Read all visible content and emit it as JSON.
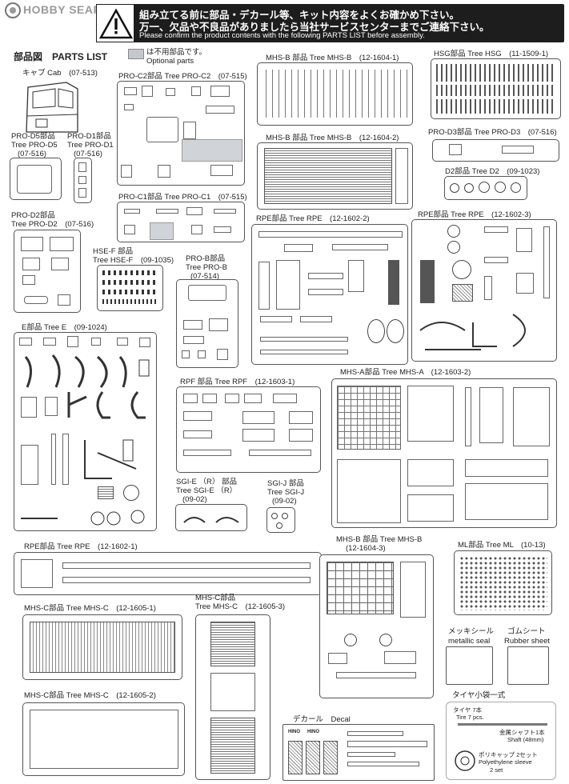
{
  "brand": {
    "logo_text": "HOBBY SEARCH"
  },
  "header": {
    "line1": "組み立てる前に部品・デカール等、キット内容をよくお確かめ下さい。",
    "line2": "万一、欠品や不良品がありましたら当社サービスセンターまでご連絡下さい。",
    "line3": "Please confirm the product contents with the following PARTS LIST before assembly."
  },
  "legend": {
    "title": "部品図　PARTS LIST",
    "optional_jp": "は不用部品です。",
    "optional_en": "Optional parts"
  },
  "trees": {
    "cab": "キャブ Cab　(07-513)",
    "pro_c2": "PRO-C2部品 Tree PRO-C2　(07-515)",
    "mhs_b1": "MHS-B 部品 Tree MHS-B　(12-1604-1)",
    "hsg": "HSG部品 Tree HSG　(11-1509-1)",
    "pro_d5_1": "PRO-D5部品",
    "pro_d5_2": "Tree PRO-D5",
    "pro_d5_3": "(07-516)",
    "pro_d1_1": "PRO-D1部品",
    "pro_d1_2": "Tree PRO-D1",
    "pro_d1_3": "(07-516)",
    "mhs_b2": "MHS-B 部品 Tree MHS-B　(12-1604-2)",
    "pro_d3": "PRO-D3部品 Tree PRO-D3　(07-516)",
    "d2": "D2部品 Tree D2　(09-1023)",
    "pro_c1": "PRO-C1部品 Tree PRO-C1　(07-515)",
    "pro_d2_1": "PRO-D2部品",
    "pro_d2_2": "Tree PRO-D2　(07-516)",
    "rpe1": "RPE部品 Tree RPE　(12-1602-2)",
    "rpe2": "RPE部品 Tree RPE　(12-1602-3)",
    "hse_f_1": "HSE-F 部品",
    "hse_f_2": "Tree HSE-F　(09-1035)",
    "pro_b_1": "PRO-B部品",
    "pro_b_2": "Tree PRO-B",
    "pro_b_3": "(07-514)",
    "e": "E部品 Tree E　(09-1024)",
    "rpf": "RPF 部品 Tree RPF　(12-1603-1)",
    "mhs_a": "MHS-A部品 Tree MHS-A　(12-1603-2)",
    "sgi_e_1": "SGI-E （R） 部品",
    "sgi_e_2": "Tree SGI-E （R）",
    "sgi_e_3": "(09-02)",
    "sgi_j_1": "SGI-J 部品",
    "sgi_j_2": "Tree SGI-J",
    "sgi_j_3": "(09-02)",
    "rpe3": "RPE部品 Tree RPE　(12-1602-1)",
    "mhs_b3_1": "MHS-B 部品 Tree MHS-B",
    "mhs_b3_2": "(12-1604-3)",
    "ml": "ML部品 Tree ML　(10-13)",
    "mhs_c1": "MHS-C部品 Tree  MHS-C　(12-1605-1)",
    "mhs_c3_1": "MHS-C部品",
    "mhs_c3_2": "Tree MHS-C　(12-1605-3)",
    "mhs_c2": "MHS-C部品 Tree  MHS-C　(12-1605-2)",
    "metal_jp": "メッキシール",
    "metal_en": "metallic seal",
    "rubber_jp": "ゴムシート",
    "rubber_en": "Rubber sheet",
    "decal": "デカール　Decal",
    "bag": "タイヤ小袋一式",
    "tire_jp": "タイヤ 7本",
    "tire_en": "Tire 7 pcs.",
    "shaft_jp": "金属シャフト1本",
    "shaft_en": "Shaft (48mm)",
    "poly_jp": "ポリキャップ 2セット",
    "poly_en": "Polyethylene sleeve",
    "poly_en2": "2 set"
  },
  "decal_marks": {
    "hino_1": "HINO",
    "hino_2": "HINO"
  }
}
